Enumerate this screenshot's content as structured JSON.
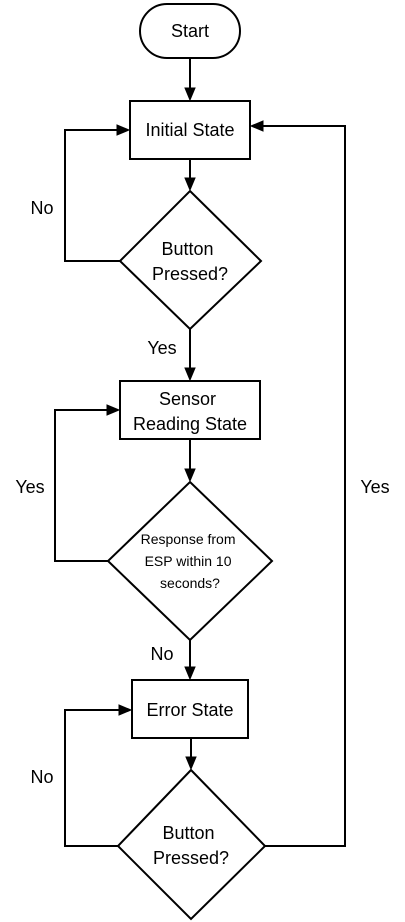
{
  "diagram": {
    "nodes": {
      "start": {
        "lines": [
          "Start"
        ]
      },
      "initial_state": {
        "lines": [
          "Initial State"
        ]
      },
      "button_pressed_1": {
        "lines": [
          "Button",
          "Pressed?"
        ]
      },
      "sensor_reading_state": {
        "lines": [
          "Sensor",
          "Reading State"
        ]
      },
      "response_from_esp": {
        "lines": [
          "Response from",
          "ESP within 10",
          "seconds?"
        ]
      },
      "error_state": {
        "lines": [
          "Error State"
        ]
      },
      "button_pressed_2": {
        "lines": [
          "Button",
          "Pressed?"
        ]
      }
    },
    "edge_labels": {
      "button1_no": "No",
      "button1_yes": "Yes",
      "response_yes": "Yes",
      "response_no": "No",
      "button2_no": "No",
      "button2_yes": "Yes"
    }
  }
}
